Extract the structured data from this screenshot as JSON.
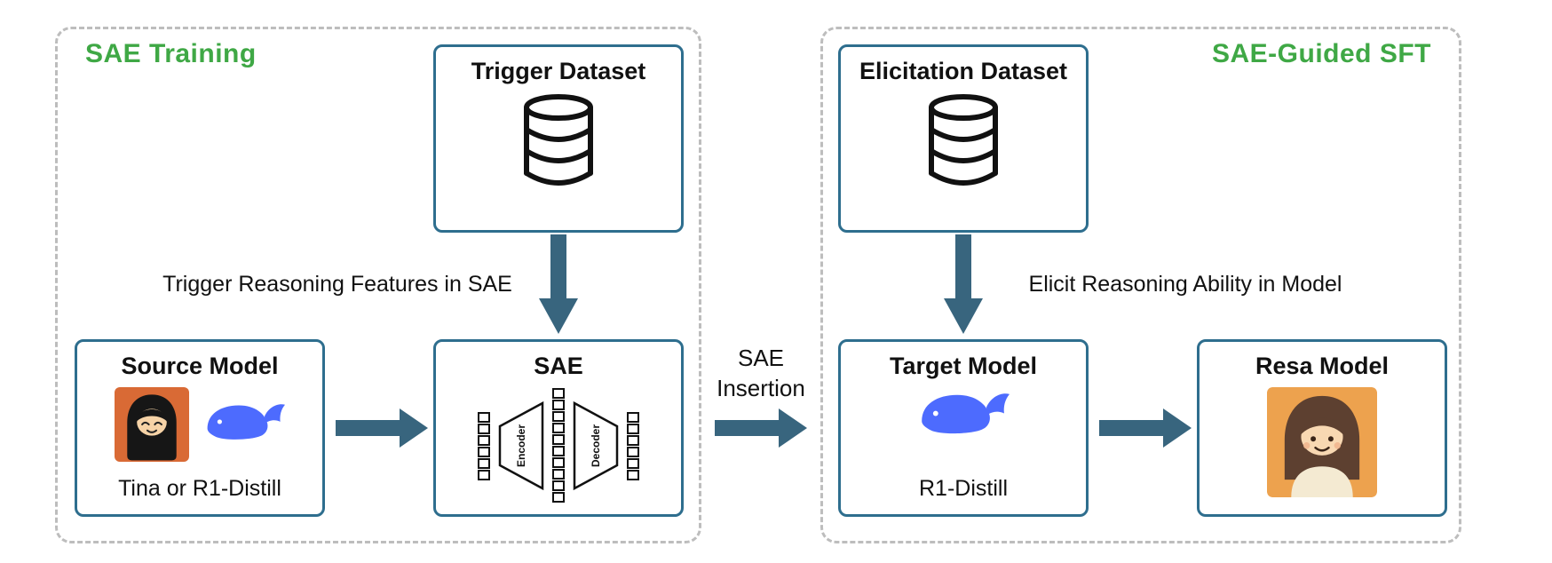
{
  "figure": {
    "left_panel": {
      "title": "SAE Training",
      "trigger_dataset": {
        "title": "Trigger Dataset",
        "icon": "database-icon"
      },
      "down_arrow_label": "Trigger Reasoning Features in SAE",
      "source_model": {
        "title": "Source Model",
        "caption": "Tina or R1-Distill",
        "icons": {
          "left": "tina-avatar",
          "right": "whale-icon"
        }
      },
      "sae": {
        "title": "SAE",
        "encoder_label": "Encoder",
        "decoder_label": "Decoder"
      }
    },
    "between": {
      "label_line1": "SAE",
      "label_line2": "Insertion"
    },
    "right_panel": {
      "title": "SAE-Guided SFT",
      "elicitation_dataset": {
        "title": "Elicitation Dataset",
        "icon": "database-icon"
      },
      "down_arrow_label": "Elicit Reasoning Ability in Model",
      "target_model": {
        "title": "Target Model",
        "caption": "R1-Distill",
        "icon": "whale-icon"
      },
      "resa_model": {
        "title": "Resa Model",
        "icon": "resa-avatar"
      }
    },
    "colors": {
      "accent_green": "#3fa845",
      "box_border": "#2e6e8e",
      "arrow_fill": "#38657e",
      "panel_dash": "#bdbdbd",
      "whale_blue": "#4d6bfe",
      "tina_avatar_bg": "#d96a35",
      "resa_avatar_bg": "#eda24e"
    }
  }
}
